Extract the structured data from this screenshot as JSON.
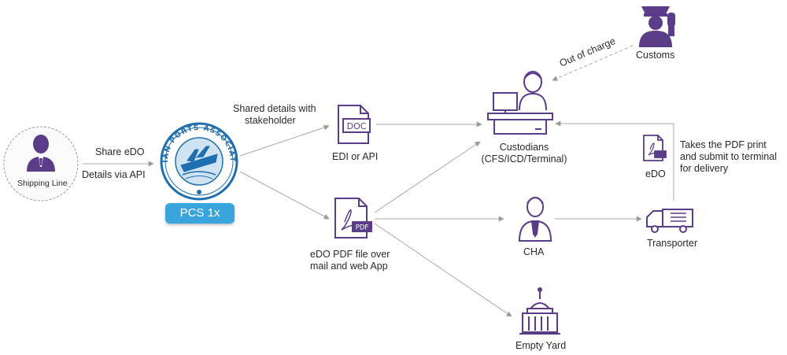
{
  "nodes": {
    "shipping_line": "Shipping Line",
    "pcs": "PCS 1x",
    "seal_text": "INDIAN PORTS ASSOCIATION",
    "edi": "EDI or API",
    "doc_icon_text": "DOC",
    "edo_pdf_line1": "eDO PDF file over",
    "edo_pdf_line2": "mail and web App",
    "pdf_icon_text": "PDF",
    "custodians_line1": "Custodians",
    "custodians_line2": "(CFS/ICD/Terminal)",
    "customs": "Customs",
    "cha": "CHA",
    "transporter": "Transporter",
    "empty_yard": "Empty Yard",
    "edo": "eDO"
  },
  "edges": {
    "share_edo": "Share eDO",
    "details_api": "Details via API",
    "shared_details_line1": "Shared details with",
    "shared_details_line2": "stakeholder",
    "out_of_charge": "Out of charge",
    "takes_pdf_line1": "Takes the PDF print",
    "takes_pdf_line2": "and submit to terminal",
    "takes_pdf_line3": "for delivery"
  },
  "colors": {
    "icon_purple": "#5b3c88",
    "arrow_gray": "#9a9a9a",
    "badge_blue": "#3aa5dc",
    "seal_blue": "#1f6fb0"
  }
}
